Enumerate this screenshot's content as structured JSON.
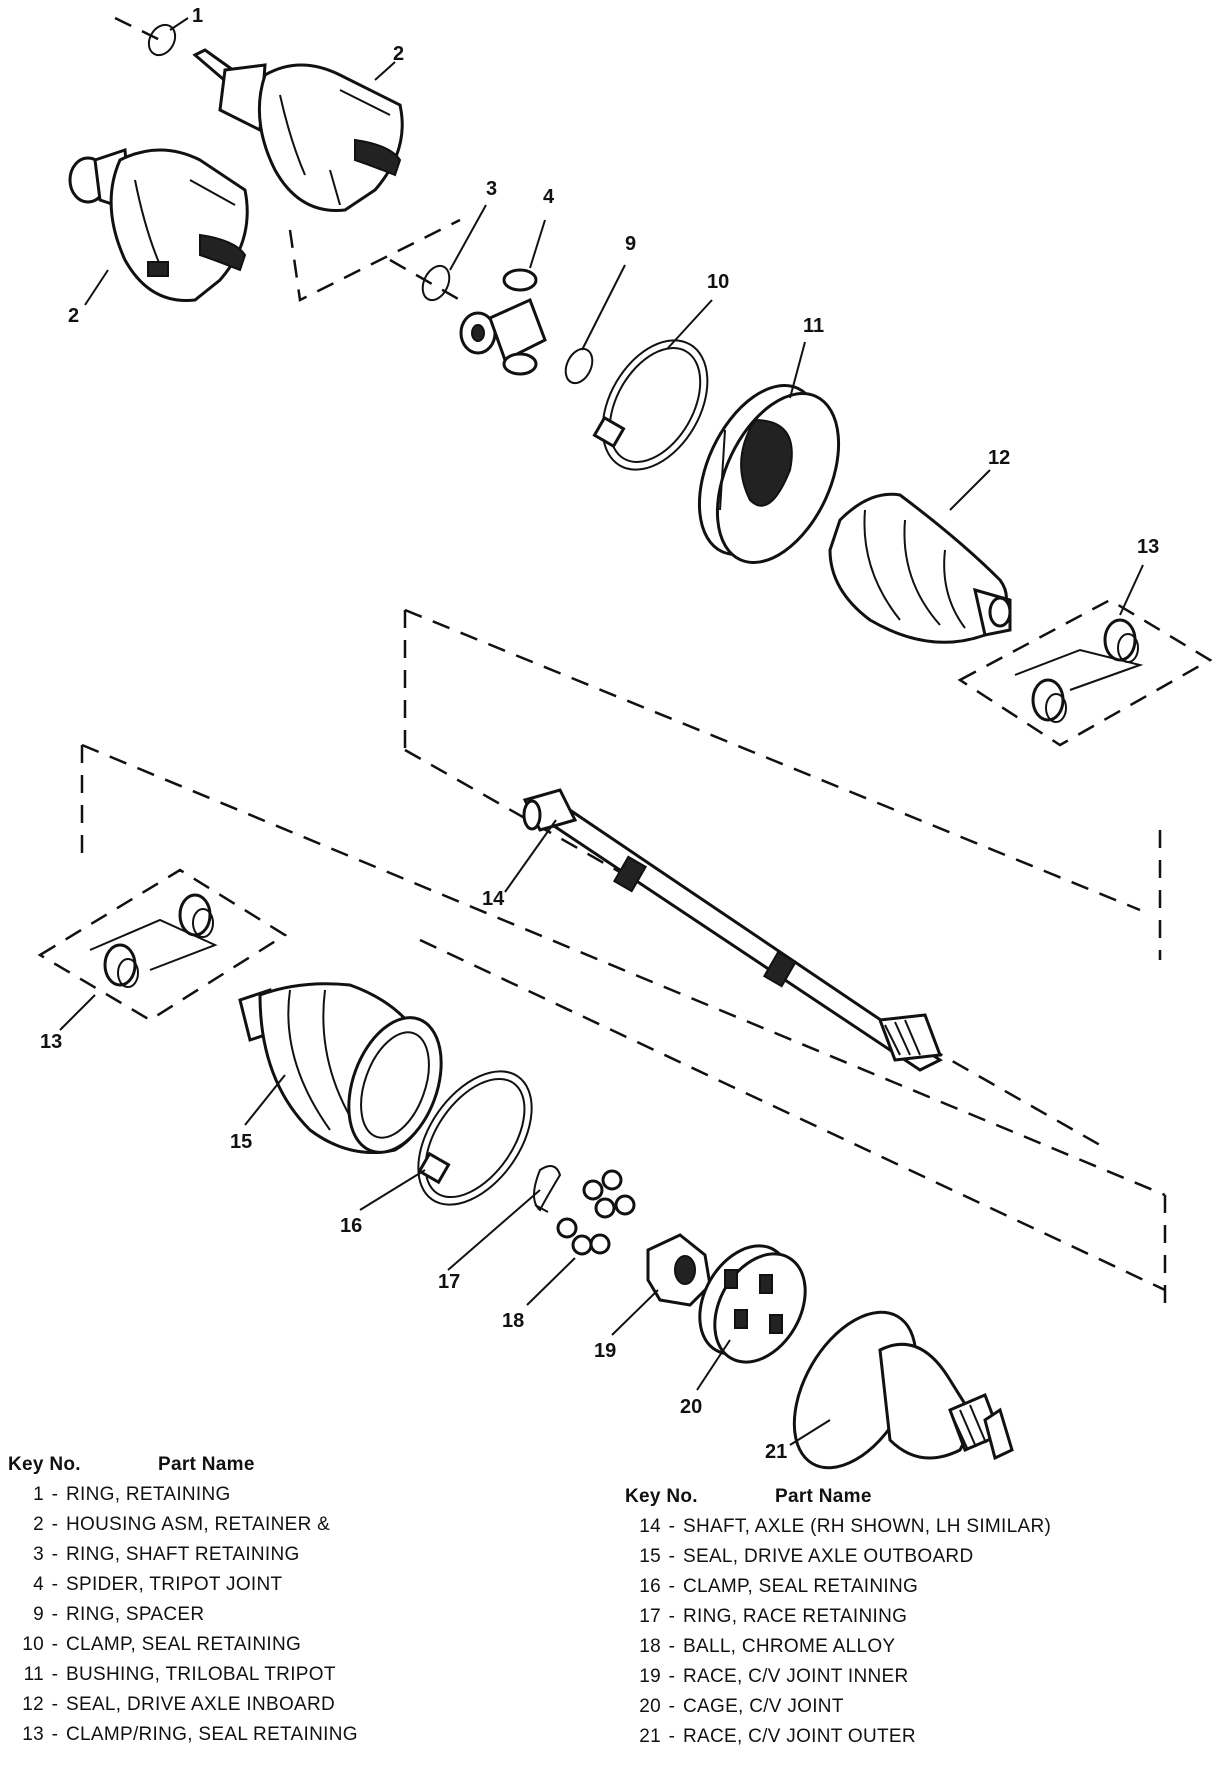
{
  "callouts": [
    "1",
    "2",
    "2",
    "3",
    "4",
    "9",
    "10",
    "11",
    "12",
    "13",
    "13",
    "14",
    "15",
    "16",
    "17",
    "18",
    "19",
    "20",
    "21"
  ],
  "legend_left": {
    "header_key": "Key No.",
    "header_name": "Part Name",
    "rows": [
      {
        "key": "1",
        "name": "RING, RETAINING"
      },
      {
        "key": "2",
        "name": "HOUSING ASM, RETAINER &"
      },
      {
        "key": "3",
        "name": "RING, SHAFT RETAINING"
      },
      {
        "key": "4",
        "name": "SPIDER, TRIPOT JOINT"
      },
      {
        "key": "9",
        "name": "RING, SPACER"
      },
      {
        "key": "10",
        "name": "CLAMP, SEAL RETAINING"
      },
      {
        "key": "11",
        "name": "BUSHING, TRILOBAL TRIPOT"
      },
      {
        "key": "12",
        "name": "SEAL, DRIVE AXLE INBOARD"
      },
      {
        "key": "13",
        "name": "CLAMP/RING, SEAL RETAINING"
      }
    ]
  },
  "legend_right": {
    "header_key": "Key No.",
    "header_name": "Part Name",
    "rows": [
      {
        "key": "14",
        "name": "SHAFT, AXLE (RH SHOWN, LH SIMILAR)"
      },
      {
        "key": "15",
        "name": "SEAL, DRIVE AXLE OUTBOARD"
      },
      {
        "key": "16",
        "name": "CLAMP, SEAL RETAINING"
      },
      {
        "key": "17",
        "name": "RING, RACE RETAINING"
      },
      {
        "key": "18",
        "name": "BALL, CHROME ALLOY"
      },
      {
        "key": "19",
        "name": "RACE, C/V JOINT INNER"
      },
      {
        "key": "20",
        "name": "CAGE, C/V JOINT"
      },
      {
        "key": "21",
        "name": "RACE, C/V JOINT OUTER"
      }
    ]
  }
}
